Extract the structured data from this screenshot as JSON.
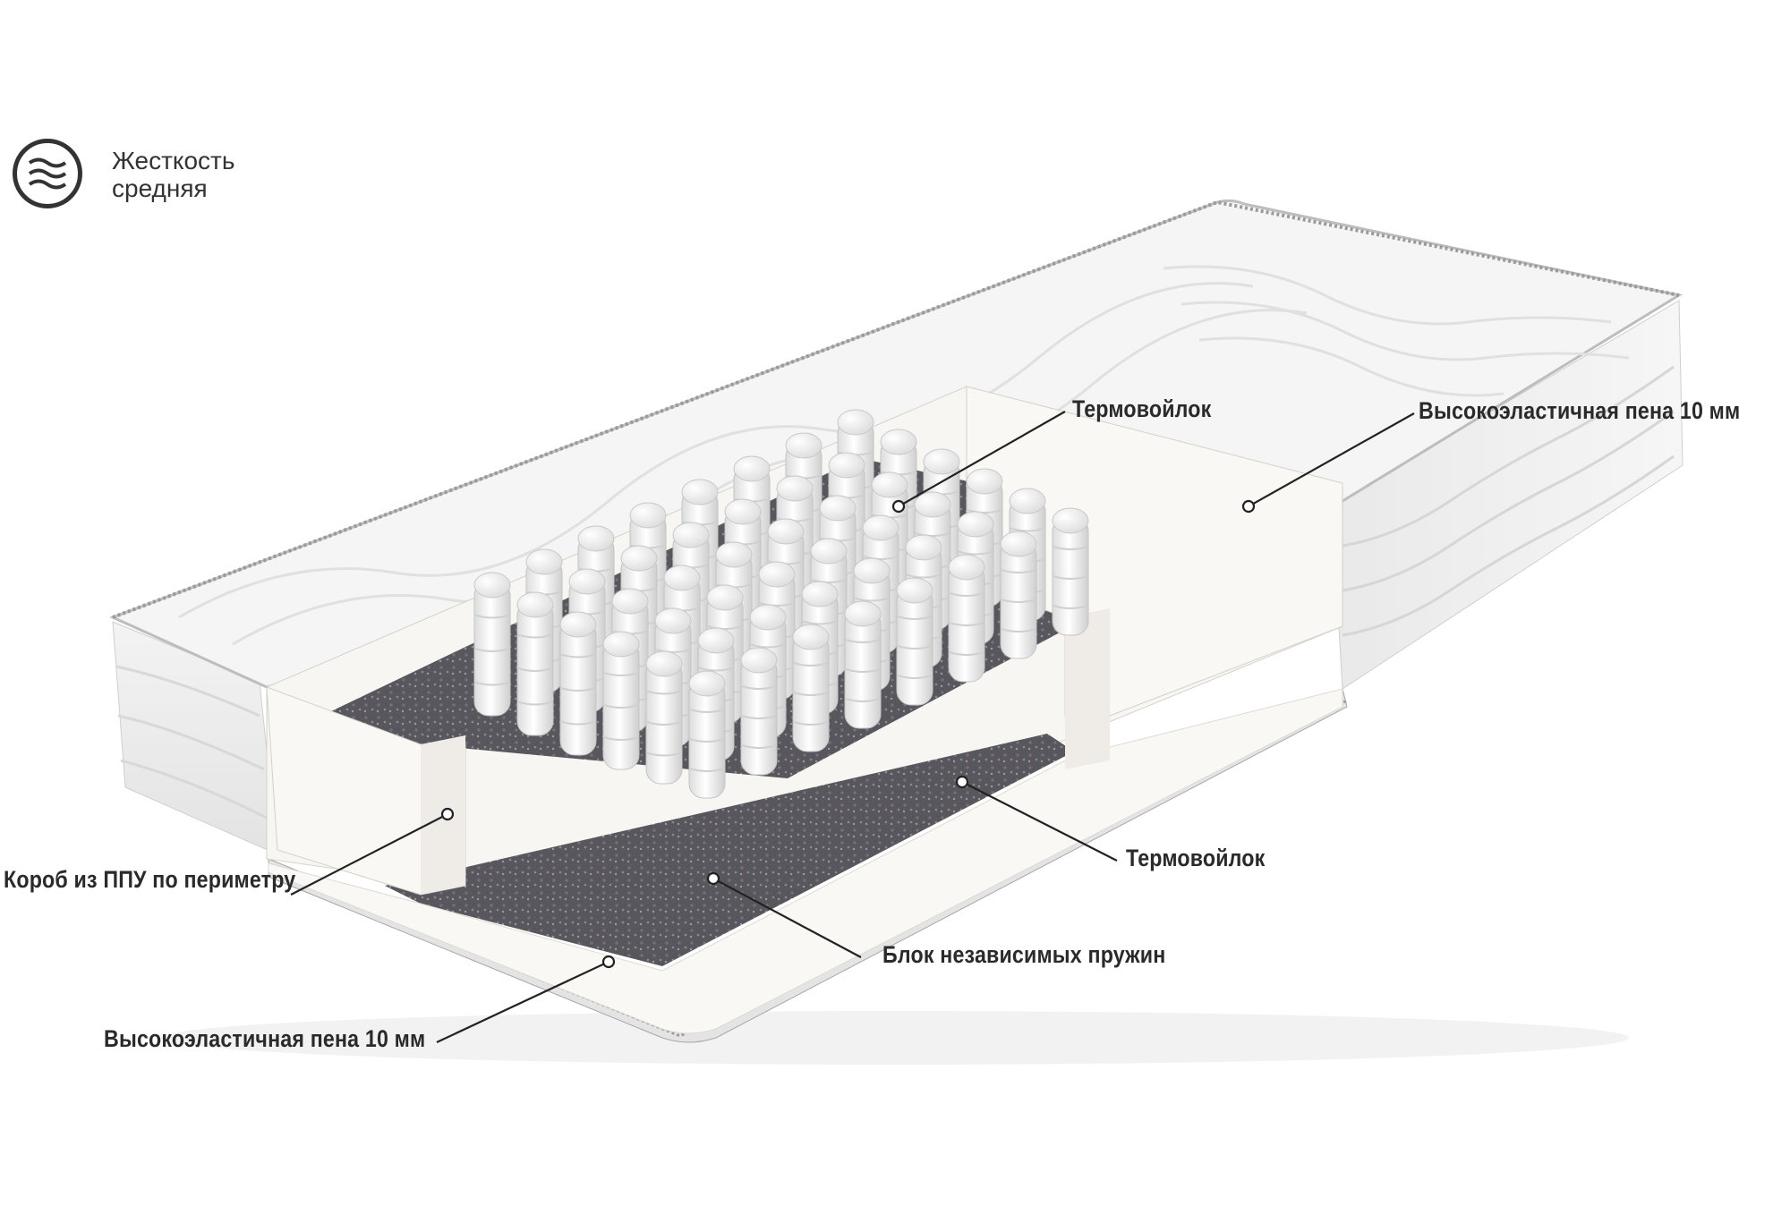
{
  "stiffness": {
    "icon": "firmness-waves-icon",
    "line1": "Жесткость",
    "line2": "средняя"
  },
  "callouts": {
    "top_felt": "Термовойлок",
    "top_foam": "Высокоэластичная пена 10 мм",
    "bottom_felt": "Термовойлок",
    "perimeter_box": "Короб из ППУ по периметру",
    "spring_block": "Блок независимых  пружин",
    "bottom_foam": "Высокоэластичная пена 10 мм"
  },
  "colors": {
    "cover": "#f4f4f4",
    "foam": "#f7f5f1",
    "felt": "#55545a",
    "spring": "#efefef",
    "leader": "#222222"
  }
}
